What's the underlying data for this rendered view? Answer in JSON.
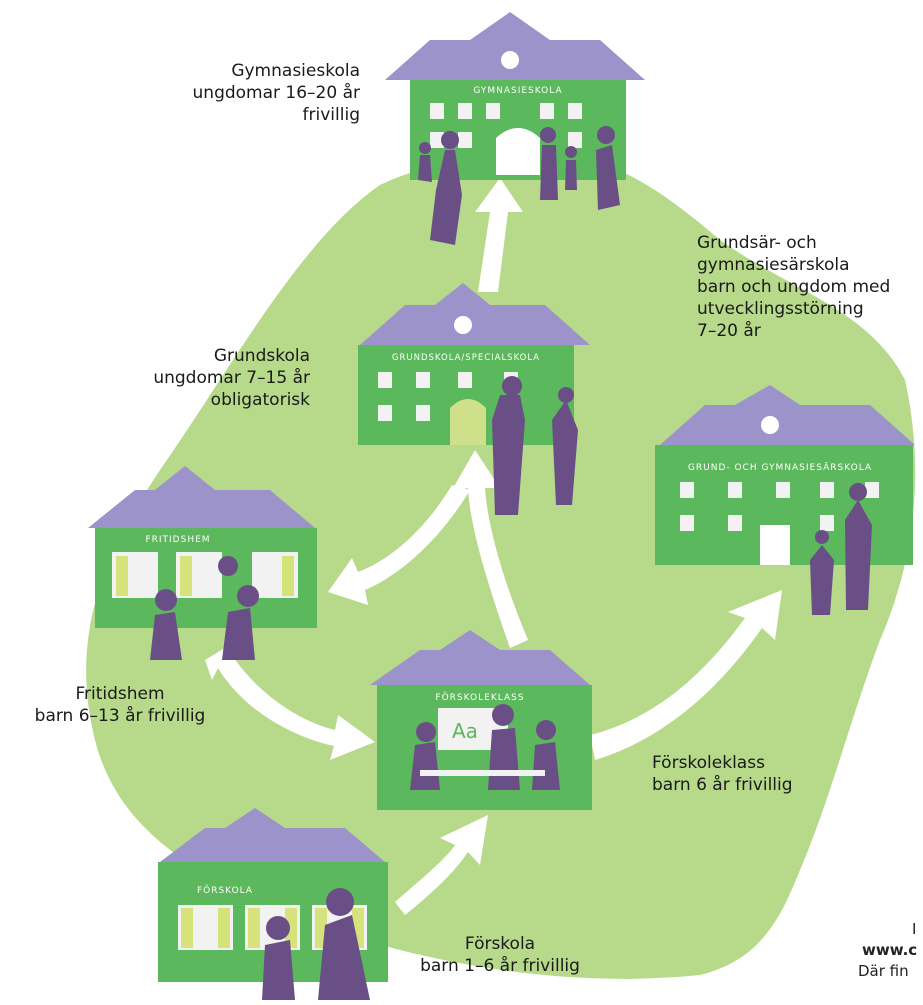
{
  "colors": {
    "blob": "#b6d98a",
    "building": "#5cb85c",
    "building_dark": "#4aa04a",
    "roof": "#9b93c9",
    "people": "#6a4f86",
    "arrow": "#ffffff",
    "window": "#f2f2f2",
    "curtain": "#d6e27a"
  },
  "schools": {
    "gymnasieskola": {
      "sign": "GYMNASIESKOLA",
      "label": [
        "Gymnasieskola",
        "ungdomar 16–20 år",
        "frivillig"
      ]
    },
    "grundskola": {
      "sign": "GRUNDSKOLA/SPECIALSKOLA",
      "label": [
        "Grundskola",
        "ungdomar 7–15 år",
        "obligatorisk"
      ]
    },
    "sarskola": {
      "sign": "GRUND- OCH GYMNASIESÄRSKOLA",
      "label": [
        "Grundsär- och",
        "gymnasiesärskola",
        "barn och ungdom med",
        "utvecklingsstörning",
        "7–20 år"
      ]
    },
    "fritidshem": {
      "sign": "FRITIDSHEM",
      "label": [
        "Fritidshem",
        "barn 6–13 år frivillig"
      ]
    },
    "forskoleklass": {
      "sign": "FÖRSKOLEKLASS",
      "board": "Aa",
      "label": [
        "Förskoleklass",
        "barn 6 år frivillig"
      ]
    },
    "forskola": {
      "sign": "FÖRSKOLA",
      "label": [
        "Förskola",
        "barn 1–6 år frivillig"
      ]
    }
  },
  "footer": {
    "line1": "I",
    "line2": "www.c",
    "line3": "Där fin"
  }
}
